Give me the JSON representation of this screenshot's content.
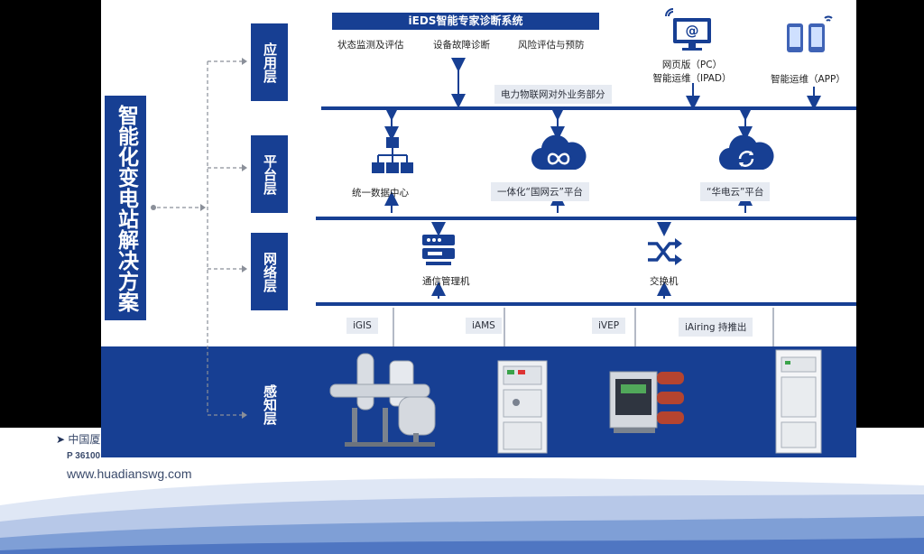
{
  "main_title": "智能化变电站解决方案",
  "layers": {
    "app": "应用层",
    "platform": "平台层",
    "network": "网络层",
    "sense": "感知层"
  },
  "ieds": {
    "title": "iEDS智能专家诊断系统",
    "items": [
      "状态监测及评估",
      "设备故障诊断",
      "风险评估与预防"
    ]
  },
  "app_terminals": {
    "web": [
      "网页版（PC）",
      "智能运维（IPAD）"
    ],
    "app": "智能运维（APP）"
  },
  "iot_label": "电力物联网对外业务部分",
  "platform_items": [
    "统一数据中心",
    "一体化“国网云”平台",
    "“华电云”平台"
  ],
  "network_items": [
    "通信管理机",
    "交换机"
  ],
  "equipment": [
    "iGIS",
    "iAMS",
    "iVEP",
    "iAiring 持推出"
  ],
  "footer": {
    "address": "中国厦",
    "postcode": "P 36100",
    "website": "www.huadianswg.com"
  },
  "colors": {
    "primary": "#173f93",
    "tag_bg": "#e7ebf2",
    "wave": "#5b7fc4"
  }
}
